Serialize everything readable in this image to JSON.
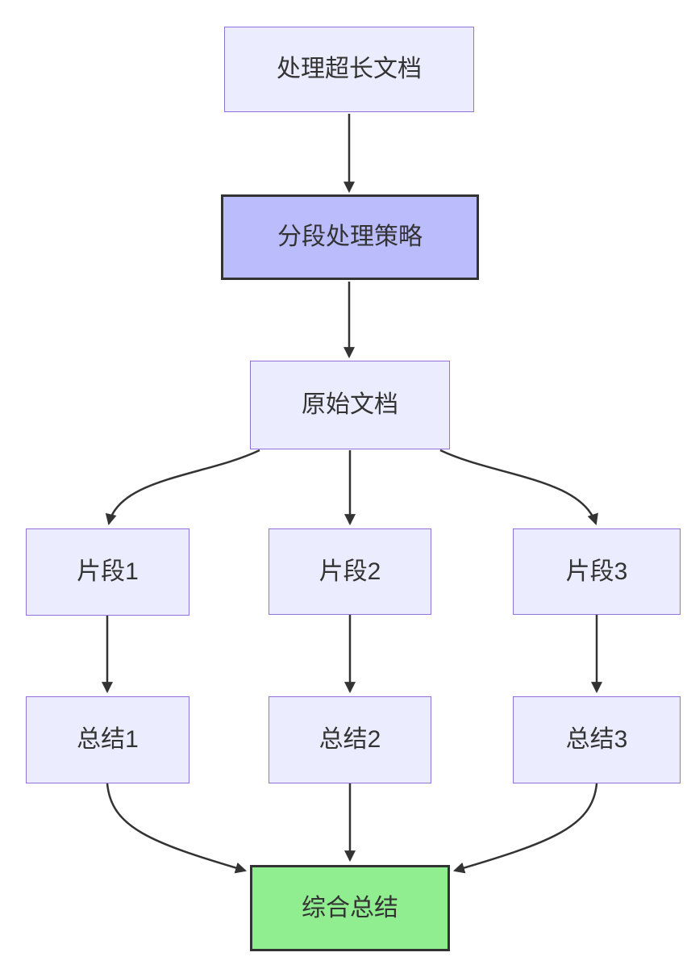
{
  "diagram": {
    "type": "flowchart",
    "direction": "top-down",
    "nodes": [
      {
        "id": "A",
        "label": "处理超长文档",
        "style": "default"
      },
      {
        "id": "B",
        "label": "分段处理策略",
        "style": "highlight"
      },
      {
        "id": "C",
        "label": "原始文档",
        "style": "default"
      },
      {
        "id": "D1",
        "label": "片段1",
        "style": "default"
      },
      {
        "id": "D2",
        "label": "片段2",
        "style": "default"
      },
      {
        "id": "D3",
        "label": "片段3",
        "style": "default"
      },
      {
        "id": "E1",
        "label": "总结1",
        "style": "default"
      },
      {
        "id": "E2",
        "label": "总结2",
        "style": "default"
      },
      {
        "id": "E3",
        "label": "总结3",
        "style": "default"
      },
      {
        "id": "F",
        "label": "综合总结",
        "style": "success"
      }
    ],
    "edges": [
      {
        "from": "处理超长文档",
        "to": "分段处理策略"
      },
      {
        "from": "分段处理策略",
        "to": "原始文档"
      },
      {
        "from": "原始文档",
        "to": "片段1"
      },
      {
        "from": "原始文档",
        "to": "片段2"
      },
      {
        "from": "原始文档",
        "to": "片段3"
      },
      {
        "from": "片段1",
        "to": "总结1"
      },
      {
        "from": "片段2",
        "to": "总结2"
      },
      {
        "from": "片段3",
        "to": "总结3"
      },
      {
        "from": "总结1",
        "to": "综合总结"
      },
      {
        "from": "总结2",
        "to": "综合总结"
      },
      {
        "from": "总结3",
        "to": "综合总结"
      }
    ],
    "colors": {
      "node_fill": "#ECECFF",
      "node_border": "#9370DB",
      "highlight_fill": "#BBBCFC",
      "highlight_border": "#333333",
      "success_fill": "#90EE90",
      "success_border": "#333333",
      "edge": "#333333",
      "text": "#333333",
      "background": "#FFFFFF"
    }
  }
}
